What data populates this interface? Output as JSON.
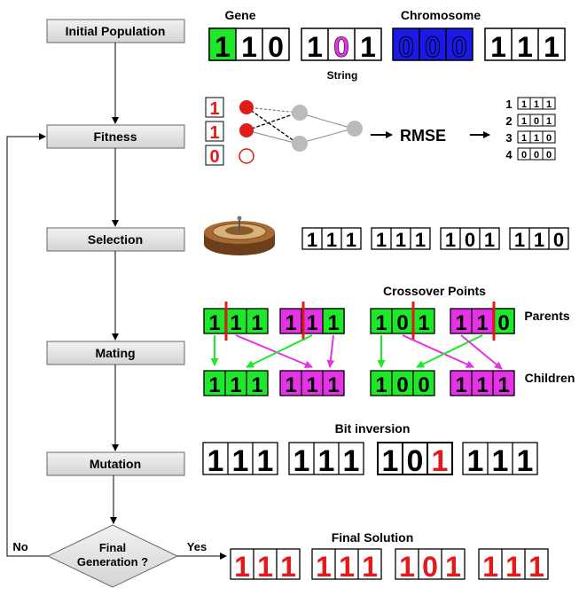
{
  "flow": {
    "steps": [
      "Initial Population",
      "Fitness",
      "Selection",
      "Mating",
      "Mutation"
    ],
    "decision": [
      "Final",
      "Generation ?"
    ],
    "yes": "Yes",
    "no": "No"
  },
  "population": {
    "gene_label": "Gene",
    "chromosome_label": "Chromosome",
    "string_label": "String",
    "strings": [
      [
        "1",
        "1",
        "0"
      ],
      [
        "1",
        "0",
        "1"
      ],
      [
        "0",
        "0",
        "0"
      ],
      [
        "1",
        "1",
        "1"
      ]
    ]
  },
  "fitness": {
    "inputs": [
      "1",
      "1",
      "0"
    ],
    "metric": "RMSE",
    "ranking": [
      {
        "rank": "1",
        "bits": [
          "1",
          "1",
          "1"
        ]
      },
      {
        "rank": "2",
        "bits": [
          "1",
          "0",
          "1"
        ]
      },
      {
        "rank": "3",
        "bits": [
          "1",
          "1",
          "0"
        ]
      },
      {
        "rank": "4",
        "bits": [
          "0",
          "0",
          "0"
        ]
      }
    ]
  },
  "selection": {
    "strings": [
      [
        "1",
        "1",
        "1"
      ],
      [
        "1",
        "1",
        "1"
      ],
      [
        "1",
        "0",
        "1"
      ],
      [
        "1",
        "1",
        "0"
      ]
    ]
  },
  "mating": {
    "crossover_label": "Crossover Points",
    "parents_label": "Parents",
    "children_label": "Children",
    "parents": [
      [
        "1",
        "1",
        "1"
      ],
      [
        "1",
        "1",
        "1"
      ],
      [
        "1",
        "0",
        "1"
      ],
      [
        "1",
        "1",
        "0"
      ]
    ],
    "children": [
      [
        "1",
        "1",
        "1"
      ],
      [
        "1",
        "1",
        "1"
      ],
      [
        "1",
        "0",
        "0"
      ],
      [
        "1",
        "1",
        "1"
      ]
    ]
  },
  "mutation": {
    "label": "Bit inversion",
    "strings": [
      [
        "1",
        "1",
        "1"
      ],
      [
        "1",
        "1",
        "1"
      ],
      [
        "1",
        "0",
        "1"
      ],
      [
        "1",
        "1",
        "1"
      ]
    ]
  },
  "final": {
    "label": "Final Solution",
    "strings": [
      [
        "1",
        "1",
        "1"
      ],
      [
        "1",
        "1",
        "1"
      ],
      [
        "1",
        "0",
        "1"
      ],
      [
        "1",
        "1",
        "1"
      ]
    ]
  },
  "colors": {
    "green": "#1ee82a",
    "magenta": "#e632e6",
    "blue": "#1a1ae6",
    "red": "#e31a1a",
    "box_fill": "#e6e6e6"
  }
}
